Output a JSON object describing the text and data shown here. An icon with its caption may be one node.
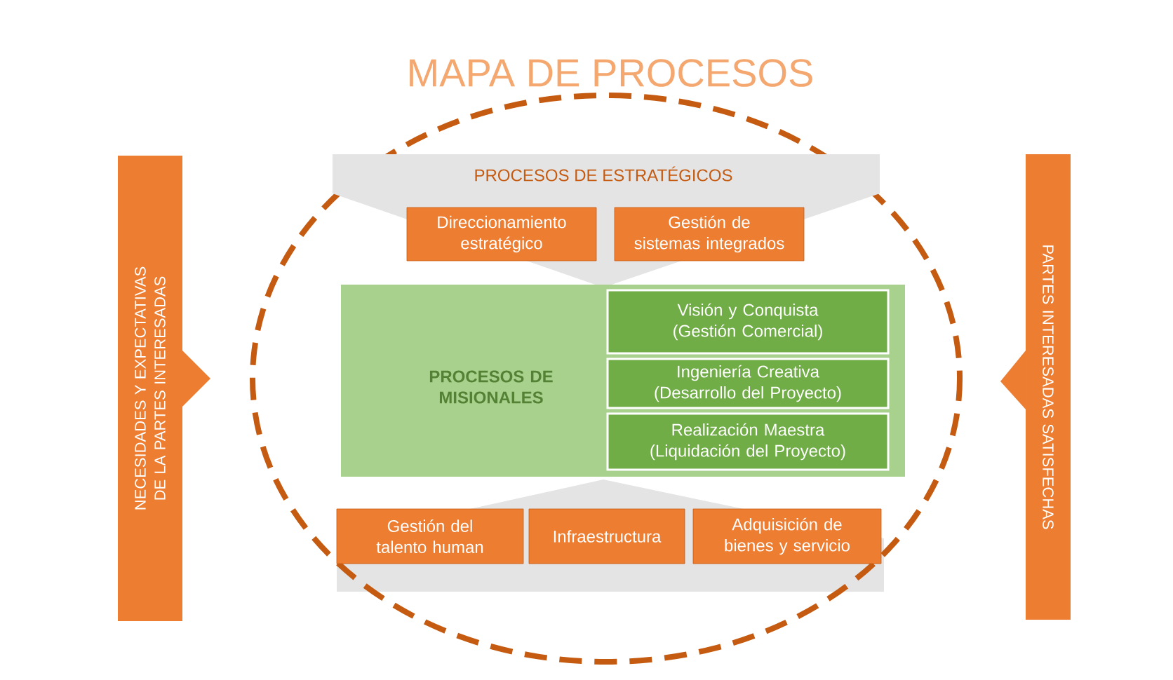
{
  "diagram": {
    "title": "MAPA DE PROCESOS",
    "nodes": [
      {
        "text": [
          "PROCESOS DE ESTRATÉGICOS"
        ]
      },
      {
        "text": [
          "Direccionamiento estratégico"
        ],
        "in": 0
      },
      {
        "text": [
          "Gestión de sistemas integrados"
        ],
        "in": 0
      },
      {
        "text": [
          "PROCESOS DE MISIONALES"
        ]
      },
      {
        "text": [
          "Visión y Conquista (Gestión Comercial)"
        ],
        "in": 3
      },
      {
        "text": [
          "Ingeniería Creativa (Desarrollo del Proyecto)"
        ],
        "in": 3
      },
      {
        "text": [
          "Realización Maestra (Liquidación del Proyecto)"
        ],
        "in": 3
      },
      {
        "text": [
          "Gestión del talento human"
        ]
      },
      {
        "text": [
          "Infraestructura"
        ]
      },
      {
        "text": [
          "Adquisición de bienes y servicio"
        ]
      },
      {
        "text": [
          "NECESIDADES Y EXPECTATIVAS DE LA PARTES INTERESADAS"
        ]
      },
      {
        "text": [
          "PARTES INTERESADAS SATISFECHAS"
        ]
      }
    ]
  }
}
